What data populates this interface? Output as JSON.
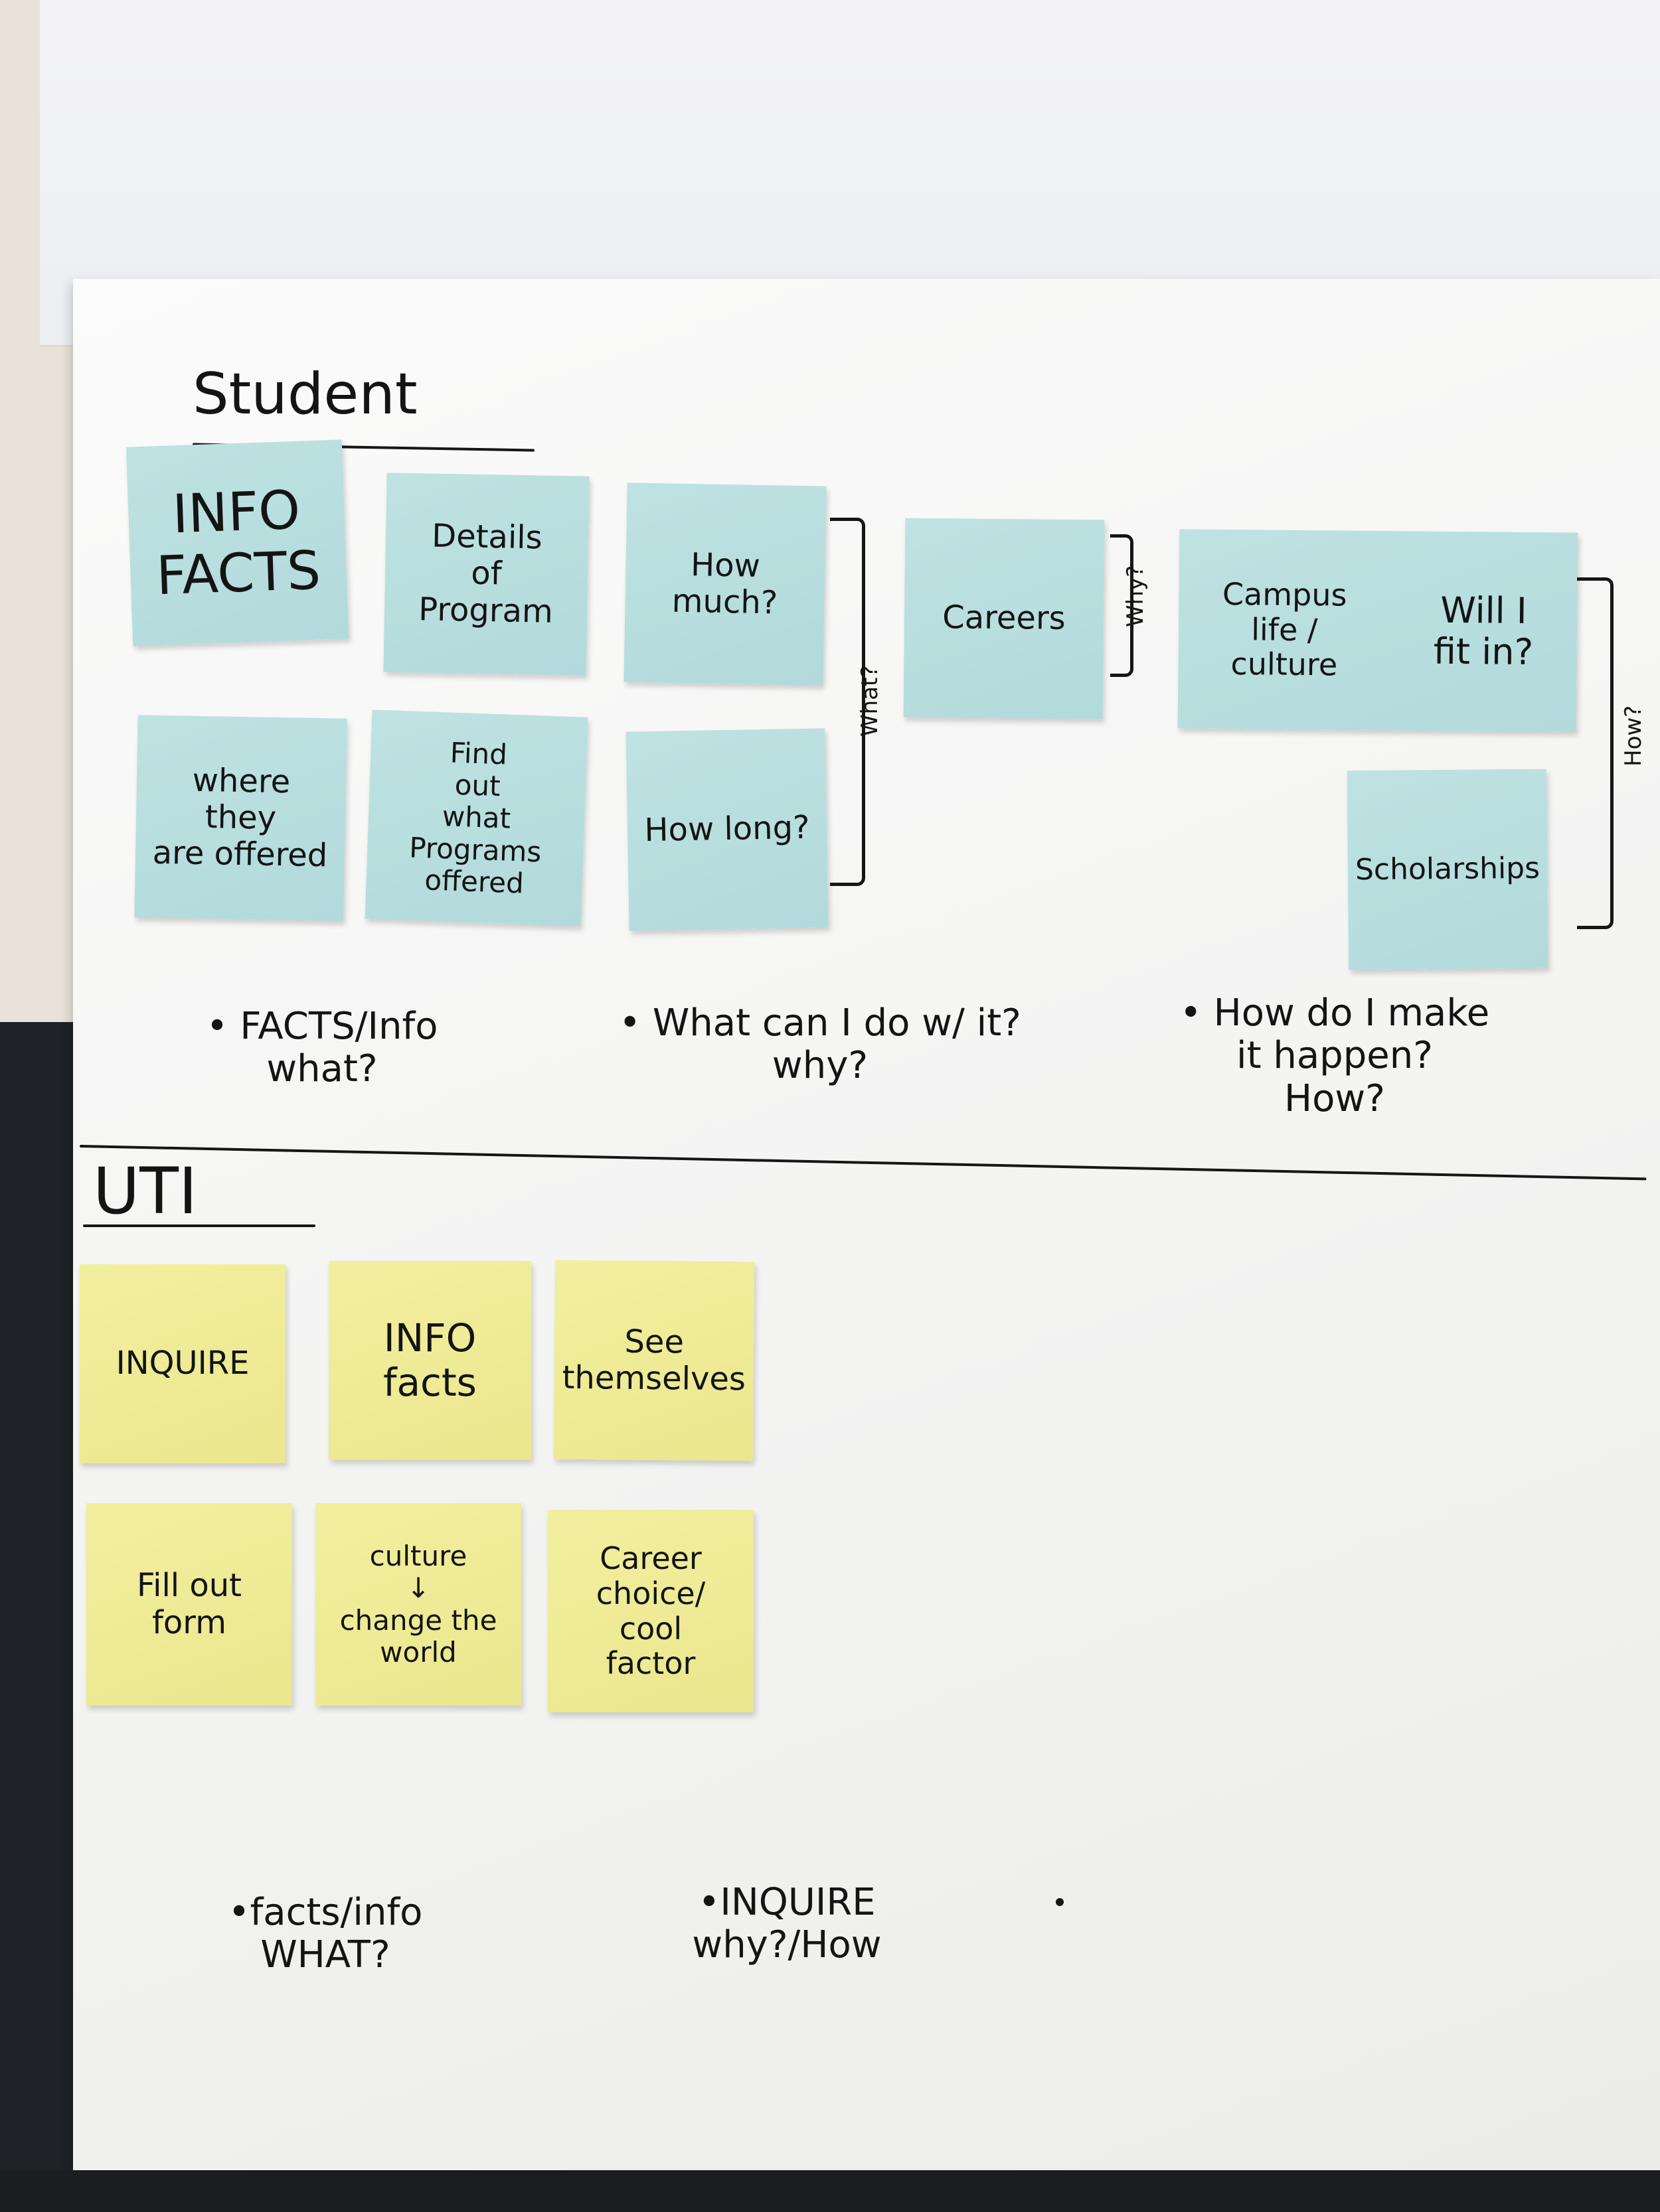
{
  "student_section": {
    "heading": "Student",
    "notes": [
      "INFO\nFACTS",
      "Details\nof\nProgram",
      "How\nmuch?",
      "where\nthey\nare offered",
      "Find\nout\nwhat\nPrograms\noffered",
      "How long?",
      "Careers",
      "Campus\nlife /\nculture",
      "Will I\nfit in?",
      "Scholarships"
    ],
    "bracket_labels": [
      "What?",
      "Why?",
      "How?"
    ],
    "summaries": [
      "• FACTS/Info\nwhat?",
      "• What can I do w/ it?\nwhy?",
      "• How do I make\nit happen?\nHow?"
    ]
  },
  "uti_section": {
    "heading": "UTI",
    "notes": [
      "INQUIRE",
      "INFO\nfacts",
      "See\nthemselves",
      "Fill out\nform",
      "culture\n↓\nchange the\nworld",
      "Career\nchoice/\ncool\nfactor"
    ],
    "summaries": [
      "•facts/info\nWHAT?",
      "•INQUIRE\nwhy?/How"
    ]
  },
  "colors": {
    "blue_note": "#b8dedf",
    "yellow_note": "#efeb96",
    "ink": "#141414"
  }
}
